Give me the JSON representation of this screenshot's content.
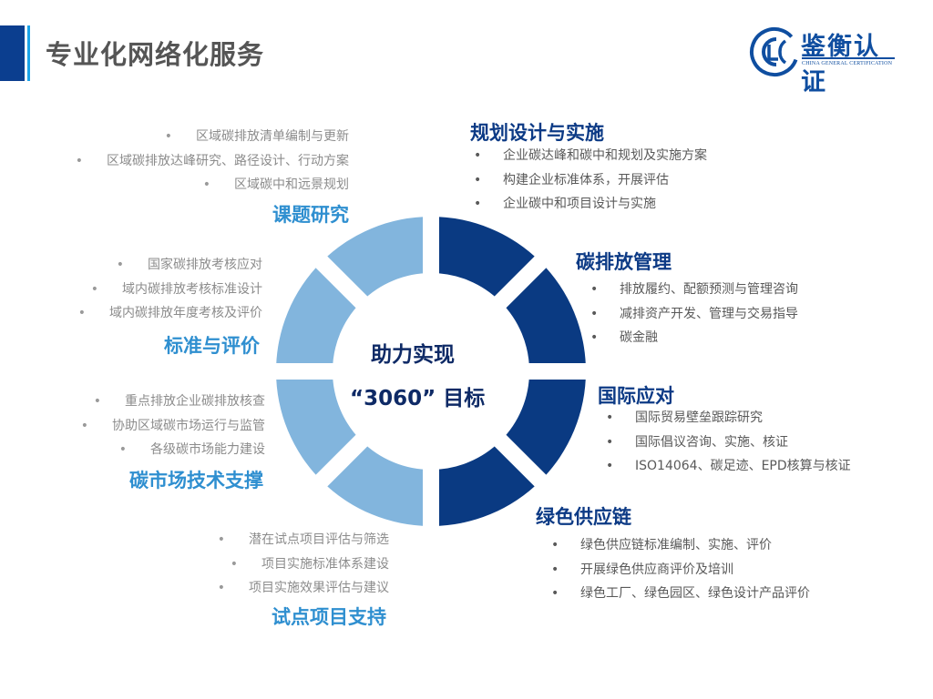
{
  "header": {
    "title": "专业化网络化服务",
    "accent_color": "#0b3e8f",
    "accent_line_color": "#1aa3e8"
  },
  "logo": {
    "icon": "gc-monogram-icon",
    "name": "鉴衡认证",
    "subtitle": "CHINA GENERAL CERTIFICATION",
    "color": "#0f4ea0"
  },
  "center": {
    "line1": "助力实现",
    "line2": "“3060” 目标"
  },
  "colors": {
    "dark_segment": "#0a3a82",
    "light_segment": "#82b5dd",
    "dark_heading": "#0c3a85",
    "light_heading": "#2f8fd0"
  },
  "right_sections": [
    {
      "title": "规划设计与实施",
      "items": [
        "企业碳达峰和碳中和规划及实施方案",
        "构建企业标准体系，开展评估",
        "企业碳中和项目设计与实施"
      ]
    },
    {
      "title": "碳排放管理",
      "items": [
        "排放履约、配额预测与管理咨询",
        "减排资产开发、管理与交易指导",
        "碳金融"
      ]
    },
    {
      "title": "国际应对",
      "items": [
        "国际贸易壁垒跟踪研究",
        "国际倡议咨询、实施、核证",
        "ISO14064、碳足迹、EPD核算与核证"
      ]
    },
    {
      "title": "绿色供应链",
      "items": [
        "绿色供应链标准编制、实施、评价",
        "开展绿色供应商评价及培训",
        "绿色工厂、绿色园区、绿色设计产品评价"
      ]
    }
  ],
  "left_sections": [
    {
      "title": "课题研究",
      "items": [
        "区域碳排放清单编制与更新",
        "区域碳排放达峰研究、路径设计、行动方案",
        "区域碳中和远景规划"
      ]
    },
    {
      "title": "标准与评价",
      "items": [
        "国家碳排放考核应对",
        "域内碳排放考核标准设计",
        "域内碳排放年度考核及评价"
      ]
    },
    {
      "title": "碳市场技术支撑",
      "items": [
        "重点排放企业碳排放核查",
        "协助区域碳市场运行与监管",
        "各级碳市场能力建设"
      ]
    },
    {
      "title": "试点项目支持",
      "items": [
        "潜在试点项目评估与筛选",
        "项目实施标准体系建设",
        "项目实施效果评估与建议"
      ]
    }
  ],
  "bullet": "•"
}
